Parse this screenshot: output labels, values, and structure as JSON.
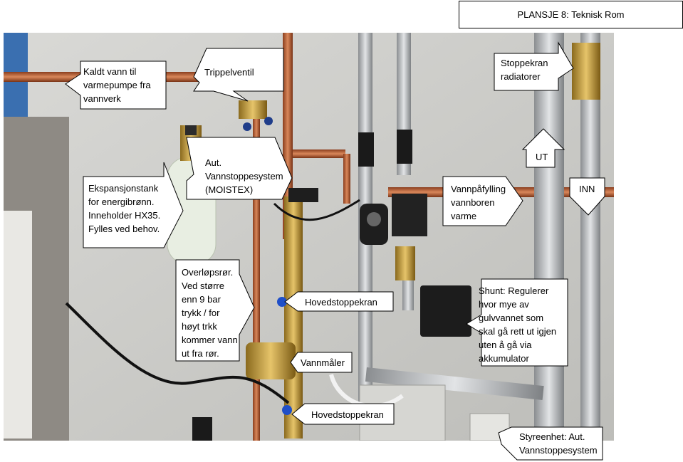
{
  "title": "PLANSJE 8:  Teknisk Rom",
  "labels": {
    "cold_water": "Kaldt vann til\nvarmepumpe fra\nvannverk",
    "triple_valve": "Trippelventil",
    "stop_valve_radiators": "Stoppekran\nradiatorer",
    "auto_water_stop": "Aut.\nVannstoppesystem\n            (MOISTEX)",
    "expansion_tank": "Ekspansjonstank\nfor energibrønn.\nInneholder HX35.\nFylles ved behov.",
    "water_fill": "Vannpåfylling\nvannboren\nvarme",
    "out": "UT",
    "in": "INN",
    "overflow_pipe": "Overløpsrør.\nVed større\nenn 9 bar\ntrykk / for\nhøyt trkk\nkommer vann\nut fra rør.",
    "main_stop_valve_1": "Hovedstoppekran",
    "shunt": "Shunt:  Regulerer\nhvor mye av\ngulvvannet som\nskal gå rett ut igjen\nuten å gå via\nakkumulator",
    "water_meter": "Vannmåler",
    "main_stop_valve_2": "Hovedstoppekran",
    "control_unit": "Styreenhet: Aut.\nVannstoppesystem"
  }
}
